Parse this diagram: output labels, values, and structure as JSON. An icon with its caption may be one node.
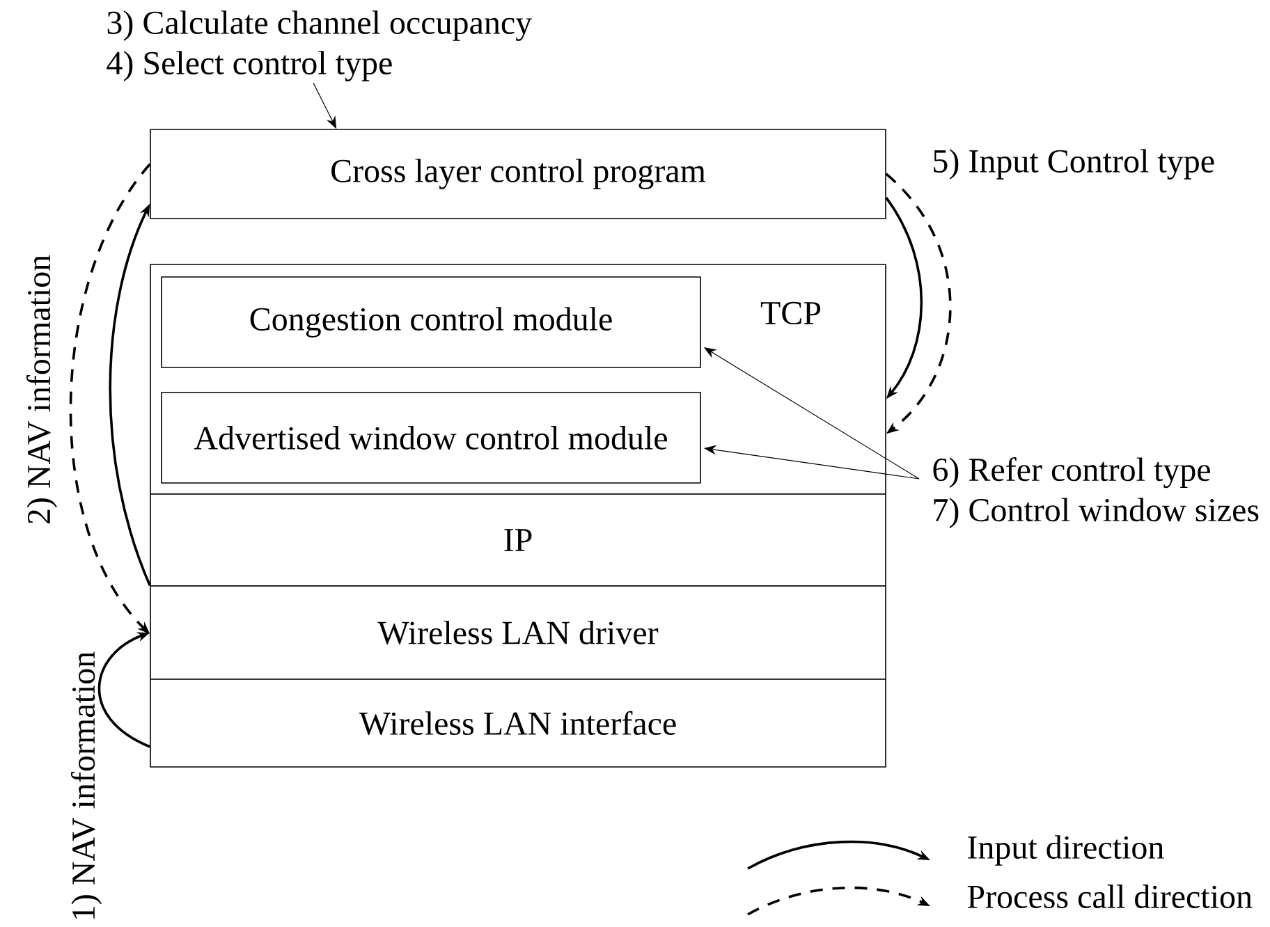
{
  "diagram": {
    "nodes": [
      {
        "text": [
          "Cross layer control program"
        ]
      },
      {
        "text": [
          "TCP"
        ]
      },
      {
        "text": [
          "Congestion control module"
        ],
        "in": 1
      },
      {
        "text": [
          "Advertised window control module"
        ],
        "in": 1
      },
      {
        "text": [
          "IP"
        ]
      },
      {
        "text": [
          "Wireless LAN driver"
        ]
      },
      {
        "text": [
          "Wireless LAN interface"
        ]
      },
      {
        "text": [
          "3) Calculate channel occupancy",
          "4) Select control type"
        ]
      },
      {
        "text": [
          "6) Refer control type",
          "7) Control window sizes"
        ]
      }
    ],
    "edges": [
      {
        "from": 7,
        "to": 0,
        "arrow": "to"
      },
      {
        "from": 5,
        "to": 0,
        "arrow": "to"
      },
      {
        "from": 0,
        "to": 5,
        "arrow": "to",
        "style": "dashed",
        "label": "2) NAV information"
      },
      {
        "from": 6,
        "to": 5,
        "arrow": "to",
        "label": "1) NAV information"
      },
      {
        "from": 0,
        "to": 1,
        "arrow": "to",
        "label": "5) Input Control type"
      },
      {
        "from": 0,
        "to": 1,
        "arrow": "to",
        "style": "dashed"
      },
      {
        "from": 8,
        "to": 2,
        "arrow": "to"
      },
      {
        "from": 8,
        "to": 3,
        "arrow": "to"
      }
    ],
    "legend": [
      {
        "text": "Input direction"
      },
      {
        "text": "Process call direction"
      }
    ]
  }
}
